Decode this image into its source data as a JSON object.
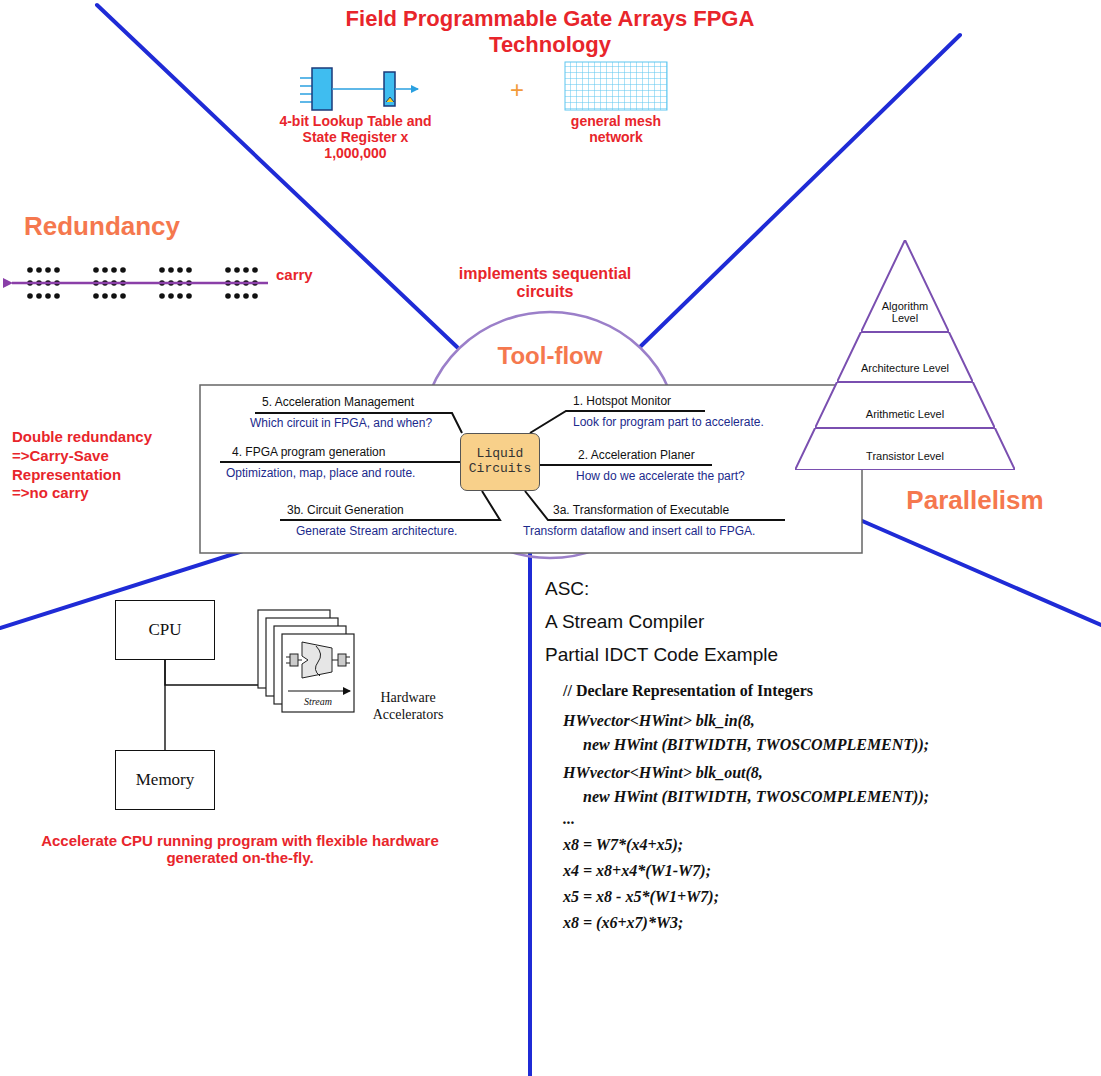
{
  "diagram": {
    "title": "Field Programmable Gate Arrays FPGA Technology",
    "nodes": [
      {
        "text": [
          "Tool-flow"
        ]
      },
      {
        "text": [
          "Liquid Circuits"
        ]
      },
      {
        "text": [
          "Algorithm Level"
        ]
      },
      {
        "text": [
          "Architecture Level"
        ]
      },
      {
        "text": [
          "Arithmetic Level"
        ]
      },
      {
        "text": [
          "Transistor Level"
        ]
      },
      {
        "text": [
          "CPU"
        ]
      },
      {
        "text": [
          "Memory"
        ]
      },
      {
        "text": [
          "Stream",
          "Hardware Accelerators"
        ]
      }
    ],
    "edges": [
      {
        "from": 6,
        "to": 7,
        "arrow": "none"
      },
      {
        "from": 6,
        "to": 8,
        "arrow": "none"
      }
    ],
    "labels": [
      "4-bit Lookup Table and State Register x 1,000,000",
      "+",
      "general mesh network",
      "Redundancy",
      "carry",
      "implements sequential circuits",
      "5. Acceleration Management",
      "Which circuit in FPGA, and when?",
      "1. Hotspot Monitor",
      "Look for program part to accelerate.",
      "4. FPGA program generation",
      "Optimization, map, place and route.",
      "2. Acceleration Planer",
      "How do we accelerate the part?",
      "3b. Circuit Generation",
      "Generate Stream architecture.",
      "3a. Transformation of Executable",
      "Transform dataflow and insert call to FPGA.",
      "Double redundancy =>Carry-Save Representation =>no carry",
      "Parallelism",
      "Accelerate CPU running program with flexible hardware generated on-the-fly.",
      "ASC:",
      "A Stream Compiler",
      "Partial IDCT Code Example",
      "// Declare Representation of Integers",
      "HWvector<HWint> blk_in(8,",
      "new HWint (BITWIDTH, TWOSCOMPLEMENT));",
      "HWvector<HWint> blk_out(8,",
      "new HWint (BITWIDTH, TWOSCOMPLEMENT));",
      "...",
      "x8 = W7*(x4+x5);",
      "x4 = x8+x4*(W1-W7);",
      "x5 = x8 - x5*(W1+W7);",
      "x8 = (x6+x7)*W3;"
    ]
  }
}
